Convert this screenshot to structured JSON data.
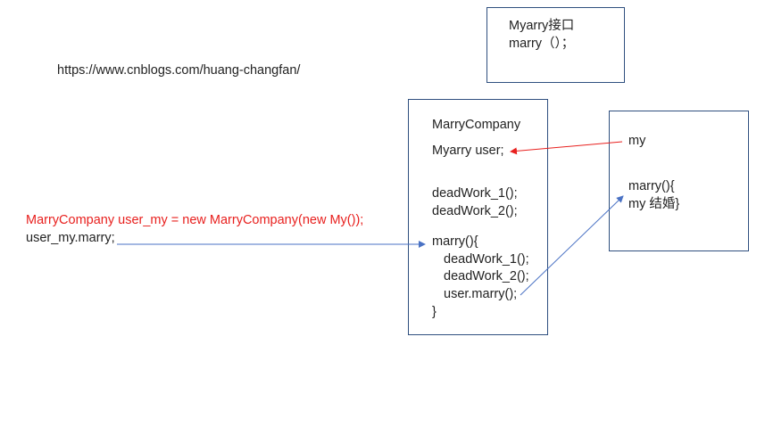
{
  "url_text": "https://www.cnblogs.com/huang-changfan/",
  "interface_box": {
    "line1": "Myarry接口",
    "line2": "marry（）；"
  },
  "company_box": {
    "title": "MarryCompany",
    "field": "Myarry user;",
    "method_call_1": "deadWork_1();",
    "method_call_2": "deadWork_2();",
    "method_open": "marry(){",
    "body_1": "deadWork_1();",
    "body_2": "deadWork_2();",
    "body_3": "user.marry();",
    "method_close": "}"
  },
  "my_box": {
    "name": "my",
    "method_open": "marry(){",
    "method_body": "my 结婚}"
  },
  "client_code": {
    "line1": "MarryCompany user_my = new MarryCompany(new My());",
    "line2": "user_my.marry;"
  },
  "colors": {
    "box_border": "#2f4f7f",
    "blue_arrow": "#4a72c4",
    "red_arrow": "#e8201e"
  }
}
